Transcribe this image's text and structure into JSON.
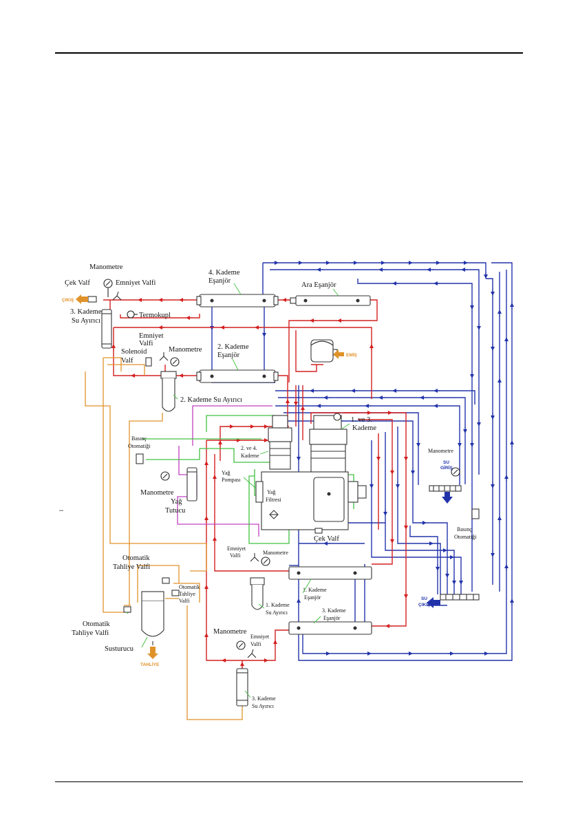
{
  "labels": {
    "manometre_top": "Manometre",
    "cek_valf_top": "Çek Valf",
    "emniyet_valfi_top": "Emniyet Valfi",
    "cikis": "ÇIKIŞ",
    "kademe3_su_ayirici_top_1": "3. Kademe",
    "kademe3_su_ayirici_top_2": "Su Ayırıcı",
    "termokupl": "Termokupl",
    "kademe4_esanjor_1": "4. Kademe",
    "kademe4_esanjor_2": "Eşanjör",
    "ara_esanjor": "Ara Eşanjör",
    "kademe2_esanjor_1": "2. Kademe",
    "kademe2_esanjor_2": "Eşanjör",
    "emis": "EMİŞ",
    "emniyet_valfi_2_1": "Emniyet",
    "emniyet_valfi_2_2": "Valfi",
    "solenoid_valf_1": "Solenoid",
    "solenoid_valf_2": "Valf",
    "manometre_2": "Manometre",
    "kademe2_su_ayirici": "2. Kademe Su Ayırıcı",
    "kademe13_1": "1. ve 3.",
    "kademe13_2": "Kademe",
    "basinc_otomatigi_left_1": "Basınç",
    "basinc_otomatigi_left_2": "Otomatiği",
    "kademe24_1": "2. ve 4.",
    "kademe24_2": "Kademe",
    "manometre_right": "Manometre",
    "su_giris_1": "SU",
    "su_giris_2": "GİRİŞ",
    "yag_pompasi_1": "Yağ",
    "yag_pompasi_2": "Pompası",
    "yag_filtresi_1": "Yağ",
    "yag_filtresi_2": "Filtresi",
    "manometre_left": "Manometre",
    "yag_tutucu_1": "Yağ",
    "yag_tutucu_2": "Tutucu",
    "cek_valf_mid": "Çek Valf",
    "basinc_otomatigi_right_1": "Basınç",
    "basinc_otomatigi_right_2": "Otomatiği",
    "emniyet_valfi_3_1": "Emniyet",
    "emniyet_valfi_3_2": "Valfi",
    "manometre_3": "Manometre",
    "otomatik_tahliye_top_1": "Otomatik",
    "otomatik_tahliye_top_2": "Tahliye Valfi",
    "otomatik_tahliye_small_1": "Otomatik",
    "otomatik_tahliye_small_2": "Tahliye",
    "otomatik_tahliye_small_3": "Valfi",
    "kademe1_esanjor_1": "1. Kademe",
    "kademe1_esanjor_2": "Eşanjör",
    "kademe1_su_ayirici_1": "1. Kademe",
    "kademe1_su_ayirici_2": "Su Ayırıcı",
    "su_cikis_1": "SU",
    "su_cikis_2": "ÇIKIŞ",
    "otomatik_tahliye_left_1": "Otomatik",
    "otomatik_tahliye_left_2": "Tahliye Valfi",
    "kademe3_esanjor_1": "3. Kademe",
    "kademe3_esanjor_2": "Eşanjör",
    "susturucu": "Susturucu",
    "tahliye": "TAHLİYE",
    "manometre_4": "Manometre",
    "emniyet_valfi_4_1": "Emniyet",
    "emniyet_valfi_4_2": "Valfi",
    "kademe3_su_ayirici_bottom_1": "3. Kademe",
    "kademe3_su_ayirici_bottom_2": "Su Ayırıcı",
    "side_mark": "–"
  },
  "colors": {
    "air_line": "#d42020",
    "water_line": "#2233aa",
    "oil_line": "#c040c0",
    "control_line": "#40c040",
    "drain_line": "#e0922a",
    "equipment": "#333333"
  }
}
